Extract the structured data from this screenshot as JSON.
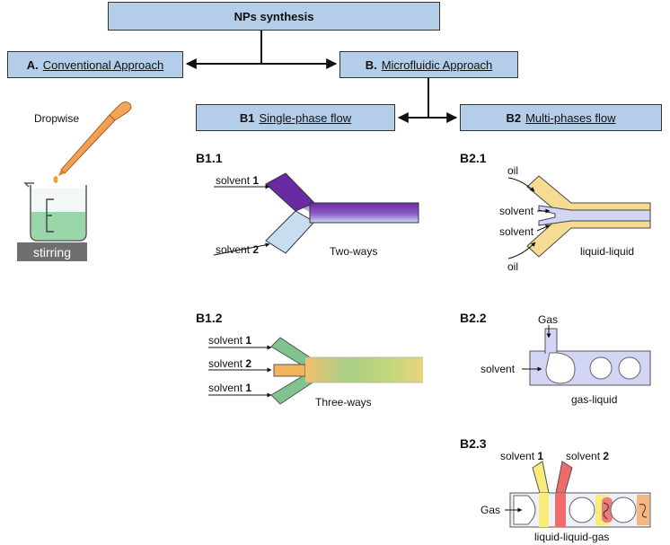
{
  "title": "NPs synthesis",
  "approach_a": {
    "letter": "A.",
    "label": "Conventional Approach"
  },
  "approach_b": {
    "letter": "B.",
    "label": "Microfluidic Approach"
  },
  "b1": {
    "code": "B1",
    "label": "Single-phase flow"
  },
  "b2": {
    "code": "B2",
    "label": "Multi-phases flow"
  },
  "conventional": {
    "dropwise": "Dropwise",
    "stirring": "stirring"
  },
  "b1_1": {
    "heading": "B1.1",
    "solvent_word": "solvent",
    "n1": "1",
    "n2": "2",
    "caption": "Two-ways"
  },
  "b1_2": {
    "heading": "B1.2",
    "solvent_word": "solvent",
    "n1": "1",
    "n2": "2",
    "n3": "1",
    "caption": "Three-ways"
  },
  "b2_1": {
    "heading": "B2.1",
    "oil_top": "oil",
    "solvent_a": "solvent",
    "solvent_b": "solvent",
    "oil_bottom": "oil",
    "caption": "liquid-liquid"
  },
  "b2_2": {
    "heading": "B2.2",
    "gas": "Gas",
    "solvent": "solvent",
    "caption": "gas-liquid"
  },
  "b2_3": {
    "heading": "B2.3",
    "solvent_word": "solvent",
    "n1": "1",
    "n2": "2",
    "gas": "Gas",
    "caption": "liquid-liquid-gas"
  },
  "colors": {
    "box_fill": "#b4cde9",
    "purple": "#6a2aa3",
    "light_blue": "#c9ddf0",
    "green": "#7fc38f",
    "orange": "#f2b45a",
    "yellow": "#f8ec7a",
    "red": "#ef6b6b",
    "lavender": "#d2d6f4",
    "oil": "#f6dc93"
  }
}
